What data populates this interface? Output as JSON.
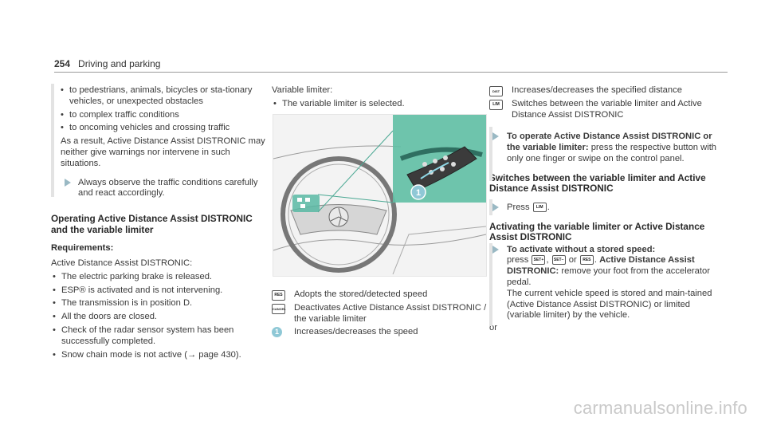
{
  "header": {
    "page_number": "254",
    "section": "Driving and parking"
  },
  "col1": {
    "bullets_top": [
      "to pedestrians, animals, bicycles or sta-tionary vehicles, or unexpected obstacles",
      "to complex traffic conditions",
      "to oncoming vehicles and crossing traffic"
    ],
    "para": "As a result, Active Distance Assist DISTRONIC may neither give warnings nor intervene in such situations.",
    "note": "Always observe the traffic conditions carefully and react accordingly.",
    "heading": "Operating Active Distance Assist DISTRONIC and the variable limiter",
    "req_label": "Requirements:",
    "req_intro": "Active Distance Assist DISTRONIC:",
    "req_bullets": [
      "The electric parking brake is released.",
      "ESP® is activated and is not intervening.",
      "The transmission is in position D.",
      "All the doors are closed.",
      "Check of the radar sensor system has been successfully completed.",
      "Snow chain mode is not active (→ page 430)."
    ]
  },
  "col2": {
    "vl_label": "Variable limiter:",
    "vl_bullet": "The variable limiter is selected.",
    "callout_number": "1",
    "legend": [
      {
        "key": "RES",
        "text": "Adopts the stored/detected speed"
      },
      {
        "key": "CANCEL",
        "text": "Deactivates Active Distance Assist DISTRONIC / the variable limiter"
      },
      {
        "key": "1",
        "text": "Increases/decreases the speed"
      }
    ]
  },
  "col3": {
    "legend": [
      {
        "key": "DIST",
        "text": "Increases/decreases the specified distance"
      },
      {
        "key": "LIM",
        "text": "Switches between the variable limiter and Active Distance Assist DISTRONIC"
      }
    ],
    "step1_title": "To operate Active Distance Assist DISTRONIC or the variable limiter:",
    "step1_text": "press the respective button with only one finger or swipe on the control panel.",
    "heading2": "Switches between the variable limiter and Active Distance Assist DISTRONIC",
    "press_label": "Press",
    "heading3": "Activating the variable limiter or Active Distance Assist DISTRONIC",
    "step2_title": "To activate without a stored speed:",
    "step2_press": "press",
    "step2_or": "or",
    "step2_title2": "Active Distance Assist DISTRONIC:",
    "step2_text1": "remove your foot from the accelerator pedal.",
    "step2_text2": "The current vehicle speed is stored and main-tained (Active Distance Assist DISTRONIC) or limited (variable limiter) by the vehicle.",
    "or_text": "or",
    "key_set_plus": "SET+",
    "key_set_minus": "SET−",
    "key_res": "RES",
    "key_lim": "LIM"
  },
  "watermark": "carmanualsonline.info"
}
